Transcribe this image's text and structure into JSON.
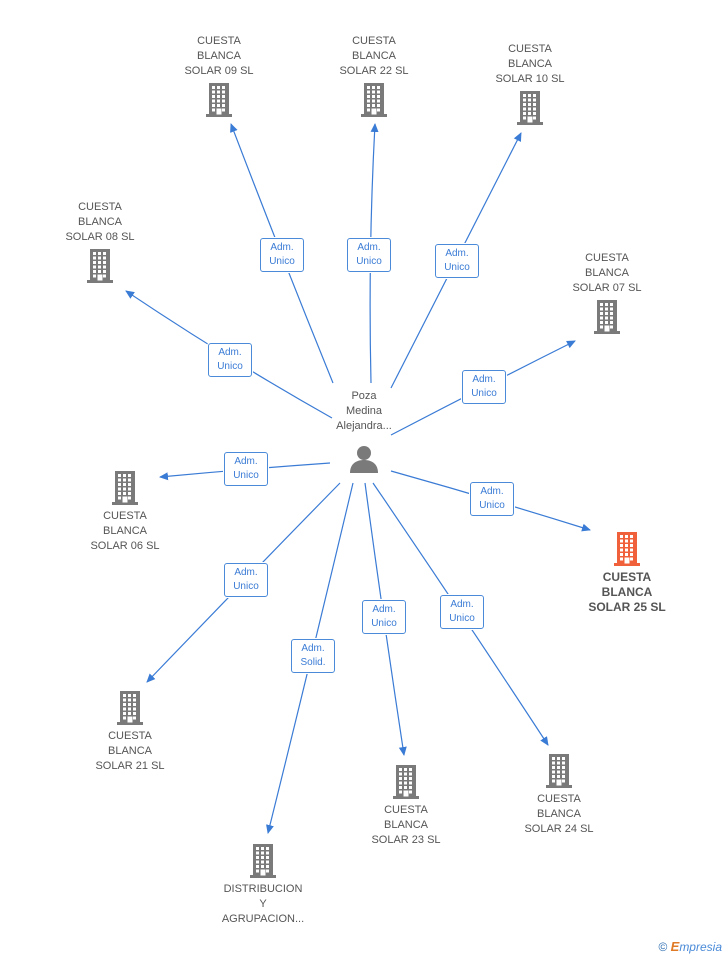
{
  "center": {
    "label": "Poza\nMedina\nAlejandra..."
  },
  "colors": {
    "edge": "#3a7bd5",
    "building": "#7a7a7a",
    "highlight": "#f0603a"
  },
  "nodes": [
    {
      "id": "solar09",
      "label": "CUESTA\nBLANCA\nSOLAR 09 SL",
      "role": "Adm.\nUnico"
    },
    {
      "id": "solar22",
      "label": "CUESTA\nBLANCA\nSOLAR 22 SL",
      "role": "Adm.\nUnico"
    },
    {
      "id": "solar10",
      "label": "CUESTA\nBLANCA\nSOLAR 10 SL",
      "role": "Adm.\nUnico"
    },
    {
      "id": "solar08",
      "label": "CUESTA\nBLANCA\nSOLAR 08 SL",
      "role": "Adm.\nUnico"
    },
    {
      "id": "solar07",
      "label": "CUESTA\nBLANCA\nSOLAR 07 SL",
      "role": "Adm.\nUnico"
    },
    {
      "id": "solar06",
      "label": "CUESTA\nBLANCA\nSOLAR 06 SL",
      "role": "Adm.\nUnico"
    },
    {
      "id": "solar25",
      "label": "CUESTA\nBLANCA\nSOLAR 25 SL",
      "role": "Adm.\nUnico",
      "highlight": true
    },
    {
      "id": "solar21",
      "label": "CUESTA\nBLANCA\nSOLAR 21 SL",
      "role": "Adm.\nUnico"
    },
    {
      "id": "solar23",
      "label": "CUESTA\nBLANCA\nSOLAR 23 SL",
      "role": "Adm.\nUnico"
    },
    {
      "id": "solar24",
      "label": "CUESTA\nBLANCA\nSOLAR 24 SL",
      "role": "Adm.\nUnico"
    },
    {
      "id": "distrib",
      "label": "DISTRIBUCION\nY\nAGRUPACION...",
      "role": "Adm.\nSolid."
    }
  ],
  "brand": {
    "copyright": "©",
    "first": "E",
    "rest": "mpresia"
  }
}
